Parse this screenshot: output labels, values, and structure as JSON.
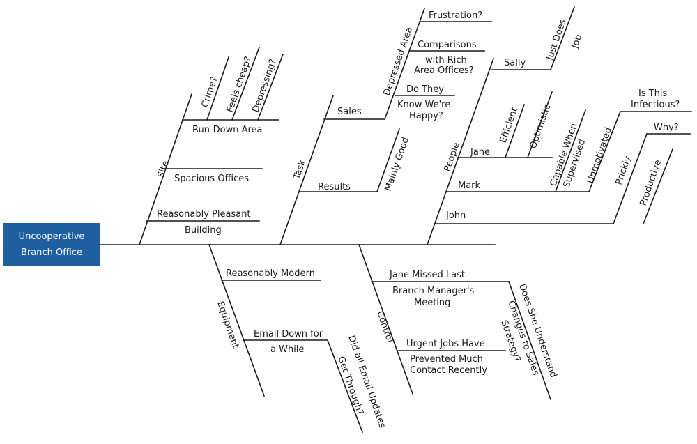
{
  "head": {
    "line1": "Uncooperative",
    "line2": "Branch Office",
    "fill": "#1f5fa0"
  },
  "site": {
    "label": "Site",
    "run_down": "Run-Down Area",
    "crime": "Crime?",
    "feels_cheap": "Feels cheap?",
    "depressing": "Depressing?",
    "spacious": "Spacious Offices",
    "pleasant_1": "Reasonably Pleasant",
    "pleasant_2": "Building"
  },
  "task": {
    "label": "Task",
    "sales": "Sales",
    "depressed_area": "Depressed Area",
    "frustration": "Frustration?",
    "comparisons_1": "Comparisons",
    "comparisons_2": "with Rich",
    "comparisons_3": "Area Offices?",
    "do_they_1": "Do They",
    "do_they_2": "Know We're",
    "do_they_3": "Happy?",
    "results": "Results",
    "mainly_good": "Mainly Good"
  },
  "people": {
    "label": "People",
    "sally": "Sally",
    "just_does": "Just Does",
    "job": "Job",
    "jane": "Jane",
    "efficient": "Efficient",
    "optimistic": "Optimistic",
    "mark": "Mark",
    "capable_1": "Capable When",
    "capable_2": "Supervised",
    "unmotivated": "Unmotivated",
    "infectious_1": "Is This",
    "infectious_2": "Infectious?",
    "why": "Why?",
    "john": "John",
    "prickly": "Prickly",
    "productive": "Productive"
  },
  "equipment": {
    "label": "Equipment",
    "modern": "Reasonably Modern",
    "email_1": "Email Down for",
    "email_2": "a While",
    "updates_1": "Did all Email Updates",
    "updates_2": "Get Through?"
  },
  "control": {
    "label": "Control",
    "jane_1": "Jane Missed Last",
    "jane_2": "Branch Manager's",
    "jane_3": "Meeting",
    "understand_1": "Does She Understand",
    "understand_2": "Changes to Sales",
    "understand_3": "Strategy?",
    "urgent_1": "Urgent Jobs Have",
    "urgent_2": "Prevented Much",
    "urgent_3": "Contact Recently"
  }
}
